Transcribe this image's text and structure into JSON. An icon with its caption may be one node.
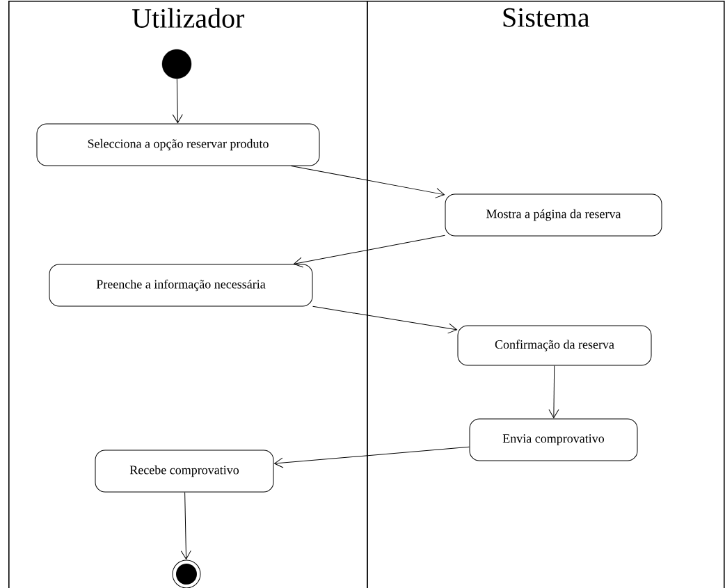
{
  "diagram": {
    "nodes": [
      {
        "text": [
          "Utilizador"
        ]
      },
      {
        "text": [
          "Sistema"
        ]
      },
      {
        "text": [],
        "shape": "circle",
        "in": 0
      },
      {
        "text": [
          "Selecciona a opção reservar produto"
        ],
        "in": 0
      },
      {
        "text": [
          "Mostra a página da reserva"
        ],
        "in": 1
      },
      {
        "text": [
          "Preenche a informação necessária"
        ],
        "in": 0
      },
      {
        "text": [
          "Confirmação da reserva"
        ],
        "in": 1
      },
      {
        "text": [
          "Envia comprovativo"
        ],
        "in": 1
      },
      {
        "text": [
          "Recebe comprovativo"
        ],
        "in": 0
      },
      {
        "text": [],
        "shape": "bullseye",
        "in": 0
      }
    ],
    "edges": [
      {
        "from": 2,
        "to": 3,
        "arrow": "to"
      },
      {
        "from": 3,
        "to": 4,
        "arrow": "to"
      },
      {
        "from": 4,
        "to": 5,
        "arrow": "to"
      },
      {
        "from": 5,
        "to": 6,
        "arrow": "to"
      },
      {
        "from": 6,
        "to": 7,
        "arrow": "to"
      },
      {
        "from": 7,
        "to": 8,
        "arrow": "to"
      },
      {
        "from": 8,
        "to": 9,
        "arrow": "to"
      }
    ]
  }
}
